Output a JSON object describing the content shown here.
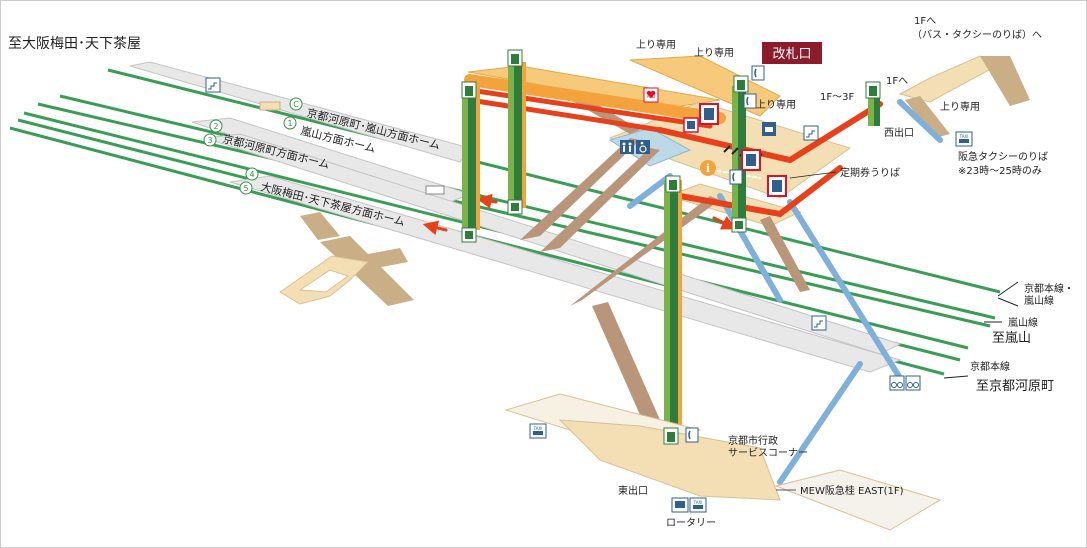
{
  "destinations": {
    "osaka": "至大阪梅田･天下茶屋",
    "arashiyama": "至嵐山",
    "kawaramachi": "至京都河原町"
  },
  "gate_label": "改札口",
  "platforms": {
    "c_num": "C",
    "c_label": "京都河原町･嵐山方面ホーム",
    "p1_num": "1",
    "p1_label": "嵐山方面ホーム",
    "p2_num": "2",
    "p3_num": "3",
    "p23_label": "京都河原町方面ホーム",
    "p4_num": "4",
    "p5_num": "5",
    "p45_label": "大阪梅田･天下茶屋方面ホーム"
  },
  "labels": {
    "up_only_1": "上り専用",
    "up_only_2": "上り専用",
    "up_only_3": "上り専用",
    "up_only_4": "上り専用",
    "f1_to_3": "1F〜3F",
    "to_1f": "1Fへ",
    "to_1f_bus": "1Fへ",
    "bus_taxi": "（バス・タクシーのりば）へ",
    "west_exit": "西出口",
    "hankyu_taxi": "阪急タクシーのりば",
    "taxi_hours": "※23時～25時のみ",
    "commuter_pass": "定期券うりば",
    "city_service_1": "京都市行政",
    "city_service_2": "サービスコーナー",
    "east_exit": "東出口",
    "rotary": "ロータリー",
    "mew": "MEW阪急桂 EAST(1F)",
    "kyoto_main_arashiyama_1": "京都本線・",
    "kyoto_main_arashiyama_2": "嵐山線",
    "arashiyama_line": "嵐山線",
    "kyoto_main": "京都本線",
    "aed": "AED",
    "taxi": "TAXI",
    "info": "i"
  },
  "colors": {
    "track": "#3a9d55",
    "platform": "#e7e7e7",
    "concourse": "#f3dfb3",
    "stairs": "#c9ae86",
    "red_path": "#e8401a",
    "orange_path": "#f4a23c",
    "elevator_green": "#2f7d3d",
    "escalator_blue": "#7fb0dc",
    "gate": "#8c1c2d",
    "icon": "#2f5f8f",
    "highlight_box": "#e0102b"
  },
  "icons": [
    "elevator-icon",
    "toilet-icon",
    "wheelchair-icon",
    "phone-icon",
    "taxi-icon",
    "bus-icon",
    "bicycle-icon",
    "aed-icon",
    "info-icon",
    "ticket-machine-icon"
  ]
}
